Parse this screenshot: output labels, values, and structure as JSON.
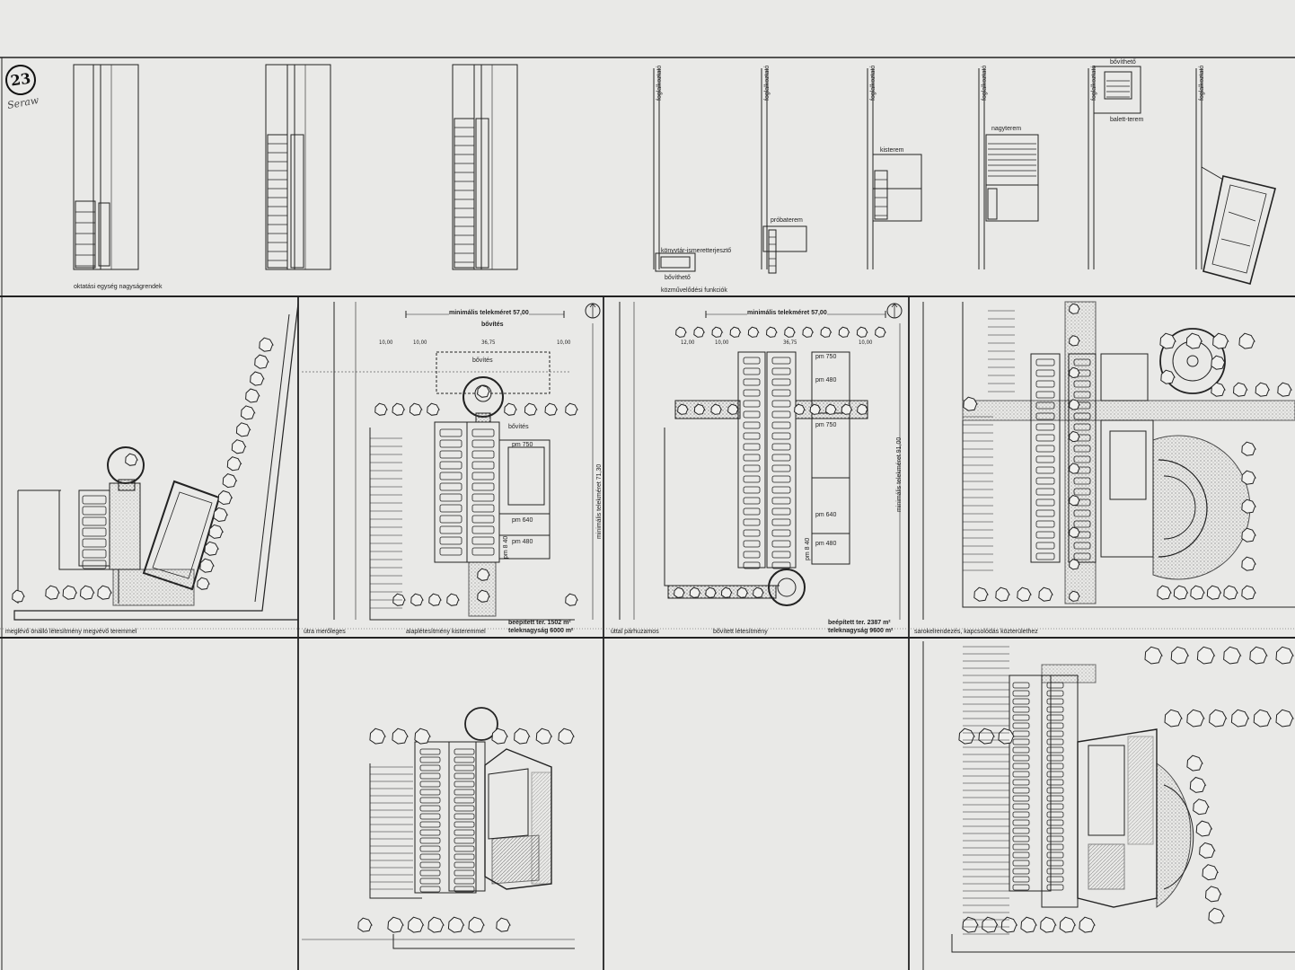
{
  "sheet_number": "23",
  "handwritten_note": "Seraw",
  "top_row": {
    "label_left": "oktatási egység nagyságrendek",
    "label_center": "közművelődési funkciók",
    "annotations": {
      "konyvtar": "könyvtár-ismeretterjesztő",
      "bovitheto_bottom": "bővíthető",
      "probaterem": "próbaterem",
      "kisterem": "kisterem",
      "nagyterem": "nagyterem",
      "bovitheto_top": "bővíthető",
      "balett": "balett-terem",
      "szekcio": "foglalkoztató"
    }
  },
  "middle_row": {
    "panel1": {
      "caption": "meglévő önálló létesítmény megvévő teremmel"
    },
    "panel2": {
      "caption_left": "útra merőleges",
      "caption_center": "alaplétesítmény kisteremmel",
      "area_note_1": "beépített ter. 1502 m²",
      "area_note_2": "telekn​agyság 6000 m²",
      "dim_min_lot": "minimális telekméret 57,00",
      "dim_bovites": "bővítés",
      "dims": [
        "10,00",
        "10,00",
        "36,75",
        "10,00"
      ],
      "dim_vertical": "minimális telekméret 71,30",
      "room_labels": [
        "bővítés",
        "bővítés",
        "pm 750",
        "pm 640",
        "pm 480",
        "pm 8 40"
      ]
    },
    "panel3": {
      "caption_left": "úttal párhuzamos",
      "caption_center": "bővített létesítmény",
      "area_note_1": "beépített ter. 2387 m²",
      "area_note_2": "teleknagyság 9600 m²",
      "dim_min_lot": "minimális telekméret 57,00",
      "dims": [
        "12,00",
        "10,00",
        "36,75",
        "10,00"
      ],
      "dim_vertical": "minimális telekméret 91,00",
      "room_labels": [
        "pm 750",
        "pm 480",
        "pm 750",
        "pm 640",
        "pm 480",
        "pm 8 40"
      ]
    },
    "panel4": {
      "caption": "sarokelrendezés, kapcsolódás közterülethez"
    }
  }
}
